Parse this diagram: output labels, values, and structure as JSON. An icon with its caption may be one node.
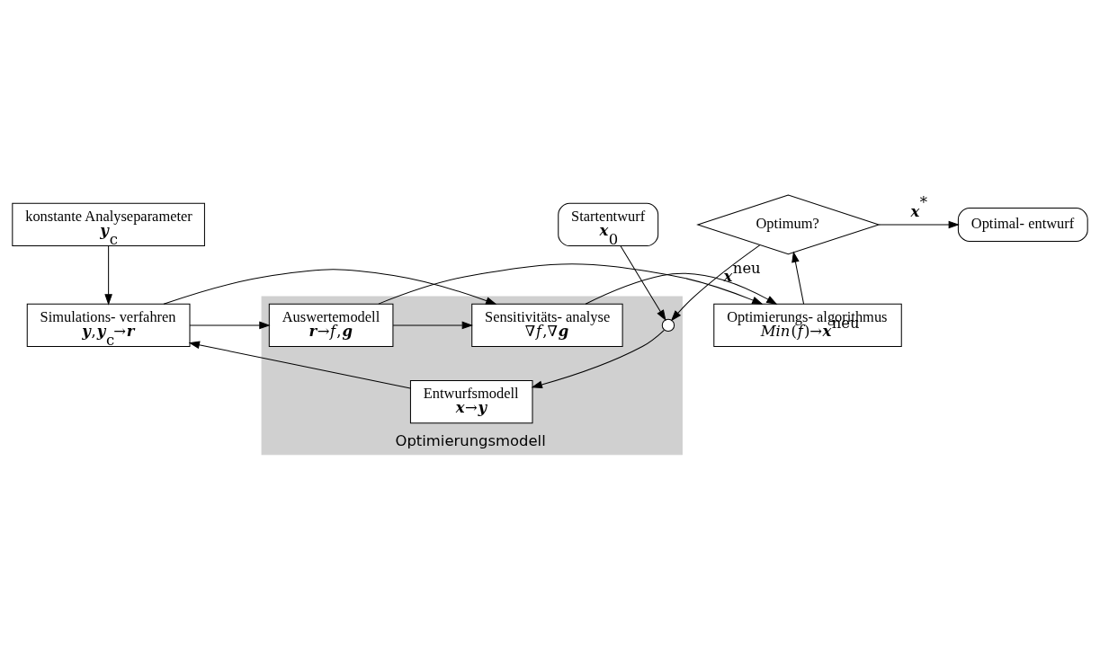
{
  "diagram": {
    "nodes": [
      {
        "text": [
          "Optimierungsmodell"
        ]
      },
      {
        "text": [
          "Optimal- entwurf"
        ]
      },
      {
        "text": [
          "Startentwurf",
          "**x**$_{0}$"
        ]
      },
      {
        "text": [
          "konstante Analyseparameter",
          "**y**$_{c}$"
        ]
      },
      {
        "text": [
          "Optimum?"
        ]
      },
      {
        "text": [],
        "shape": "circle",
        "in": 0
      },
      {
        "text": [
          "Entwurfsmodell",
          "**x**→**y**"
        ],
        "in": 0
      },
      {
        "text": [
          "Optimierungs- algorithmus",
          "*Min*(*f*)→**x**$^{neu}$"
        ]
      },
      {
        "text": [
          "Sensitivitäts- analyse",
          "∇*f*,∇**g**"
        ],
        "in": 0
      },
      {
        "text": [
          "Simulations- verfahren",
          "**y**,**y**$_{c}$→**r**"
        ]
      },
      {
        "text": [
          "Auswertemodell",
          "**r**→*f*,**g**"
        ],
        "in": 0
      }
    ],
    "edges": [
      {
        "from": 4,
        "to": 1,
        "arrow": "to",
        "label": "**x**$^{*}$"
      },
      {
        "from": 4,
        "to": 5,
        "arrow": "to",
        "label": "**x**$^{neu}$"
      },
      {
        "from": 2,
        "to": 5,
        "arrow": "to"
      },
      {
        "from": 5,
        "to": 6,
        "arrow": "to"
      },
      {
        "from": 6,
        "to": 9,
        "arrow": "to"
      },
      {
        "from": 3,
        "to": 9,
        "arrow": "to"
      },
      {
        "from": 9,
        "to": 8,
        "arrow": "to"
      },
      {
        "from": 8,
        "to": 7,
        "arrow": "to"
      },
      {
        "from": 9,
        "to": 10,
        "arrow": "to"
      },
      {
        "from": 10,
        "to": 8,
        "arrow": "to"
      },
      {
        "from": 10,
        "to": 7,
        "arrow": "to"
      },
      {
        "from": 7,
        "to": 4,
        "arrow": "to"
      }
    ]
  }
}
